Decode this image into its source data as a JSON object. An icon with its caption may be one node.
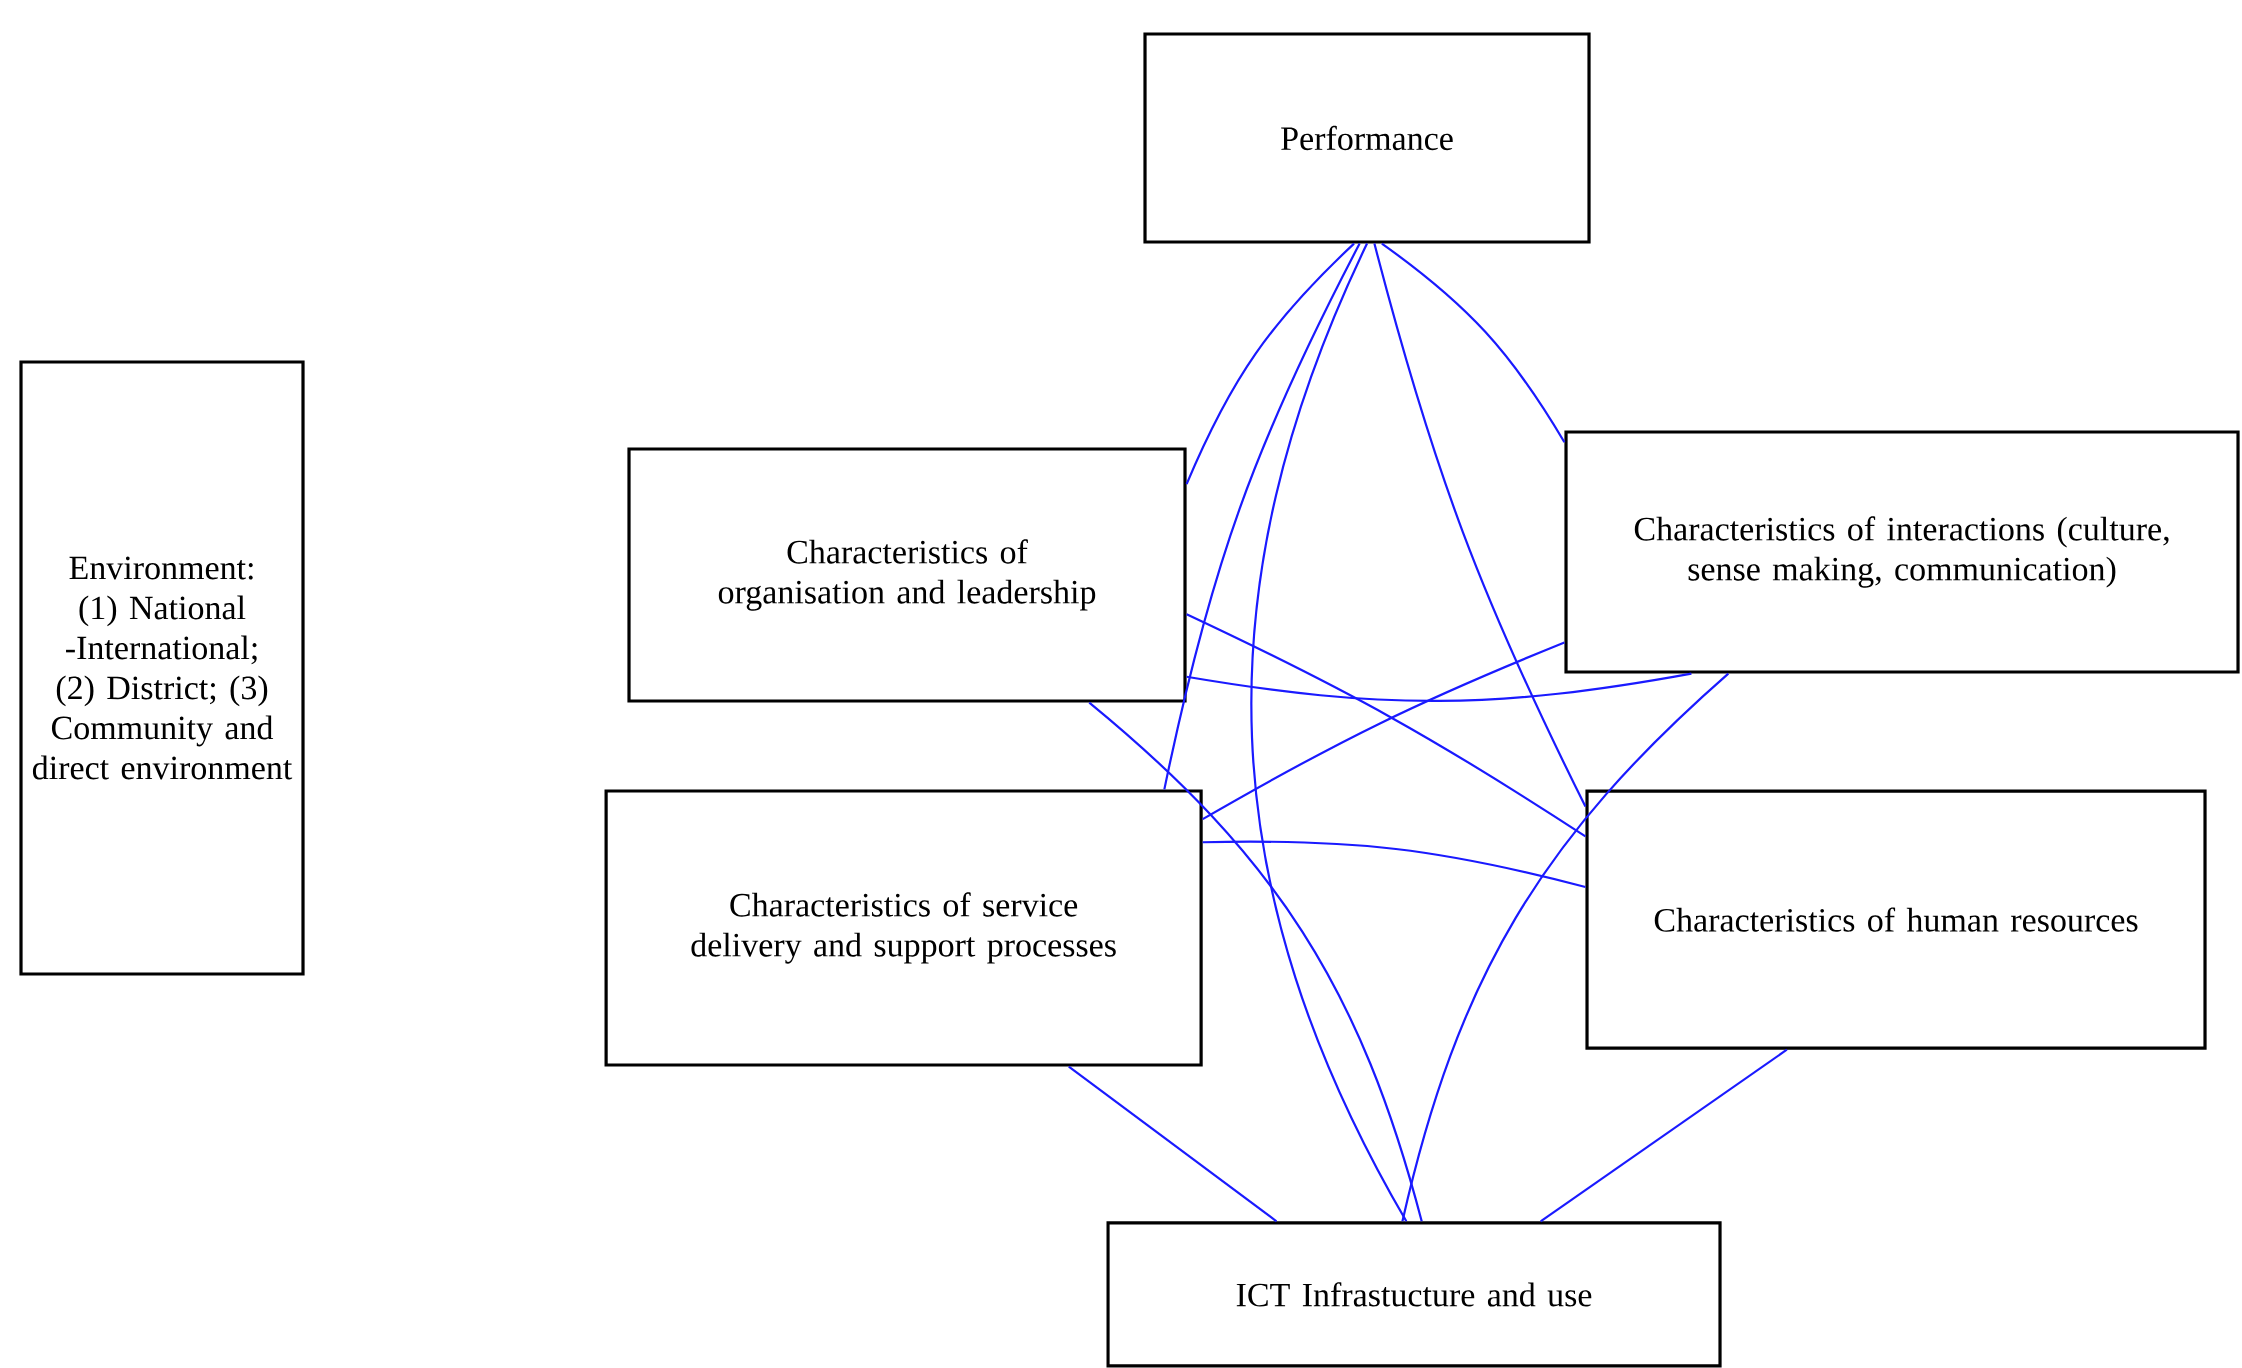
{
  "diagram": {
    "nodes": [
      {
        "text": [
          "Environment: (1) National -International; (2) District; (3) Community and direct environment"
        ]
      },
      {
        "text": [
          "Performance"
        ]
      },
      {
        "text": [
          "Characteristics of organisation and leadership"
        ]
      },
      {
        "text": [
          "Characteristics of interactions (culture, sense making, communication)"
        ]
      },
      {
        "text": [
          "Characteristics of service delivery and support processes"
        ]
      },
      {
        "text": [
          "Characteristics of human resources"
        ]
      },
      {
        "text": [
          "ICT Infrastucture and use"
        ]
      }
    ],
    "edges": [
      {
        "from": 1,
        "to": 2,
        "arrow": "none"
      },
      {
        "from": 1,
        "to": 3,
        "arrow": "none"
      },
      {
        "from": 1,
        "to": 4,
        "arrow": "none"
      },
      {
        "from": 1,
        "to": 5,
        "arrow": "none"
      },
      {
        "from": 1,
        "to": 6,
        "arrow": "none"
      },
      {
        "from": 2,
        "to": 3,
        "arrow": "none"
      },
      {
        "from": 2,
        "to": 5,
        "arrow": "none"
      },
      {
        "from": 2,
        "to": 6,
        "arrow": "none"
      },
      {
        "from": 3,
        "to": 4,
        "arrow": "none"
      },
      {
        "from": 3,
        "to": 6,
        "arrow": "none"
      },
      {
        "from": 4,
        "to": 5,
        "arrow": "none"
      },
      {
        "from": 4,
        "to": 6,
        "arrow": "none"
      },
      {
        "from": 5,
        "to": 6,
        "arrow": "none"
      }
    ]
  }
}
